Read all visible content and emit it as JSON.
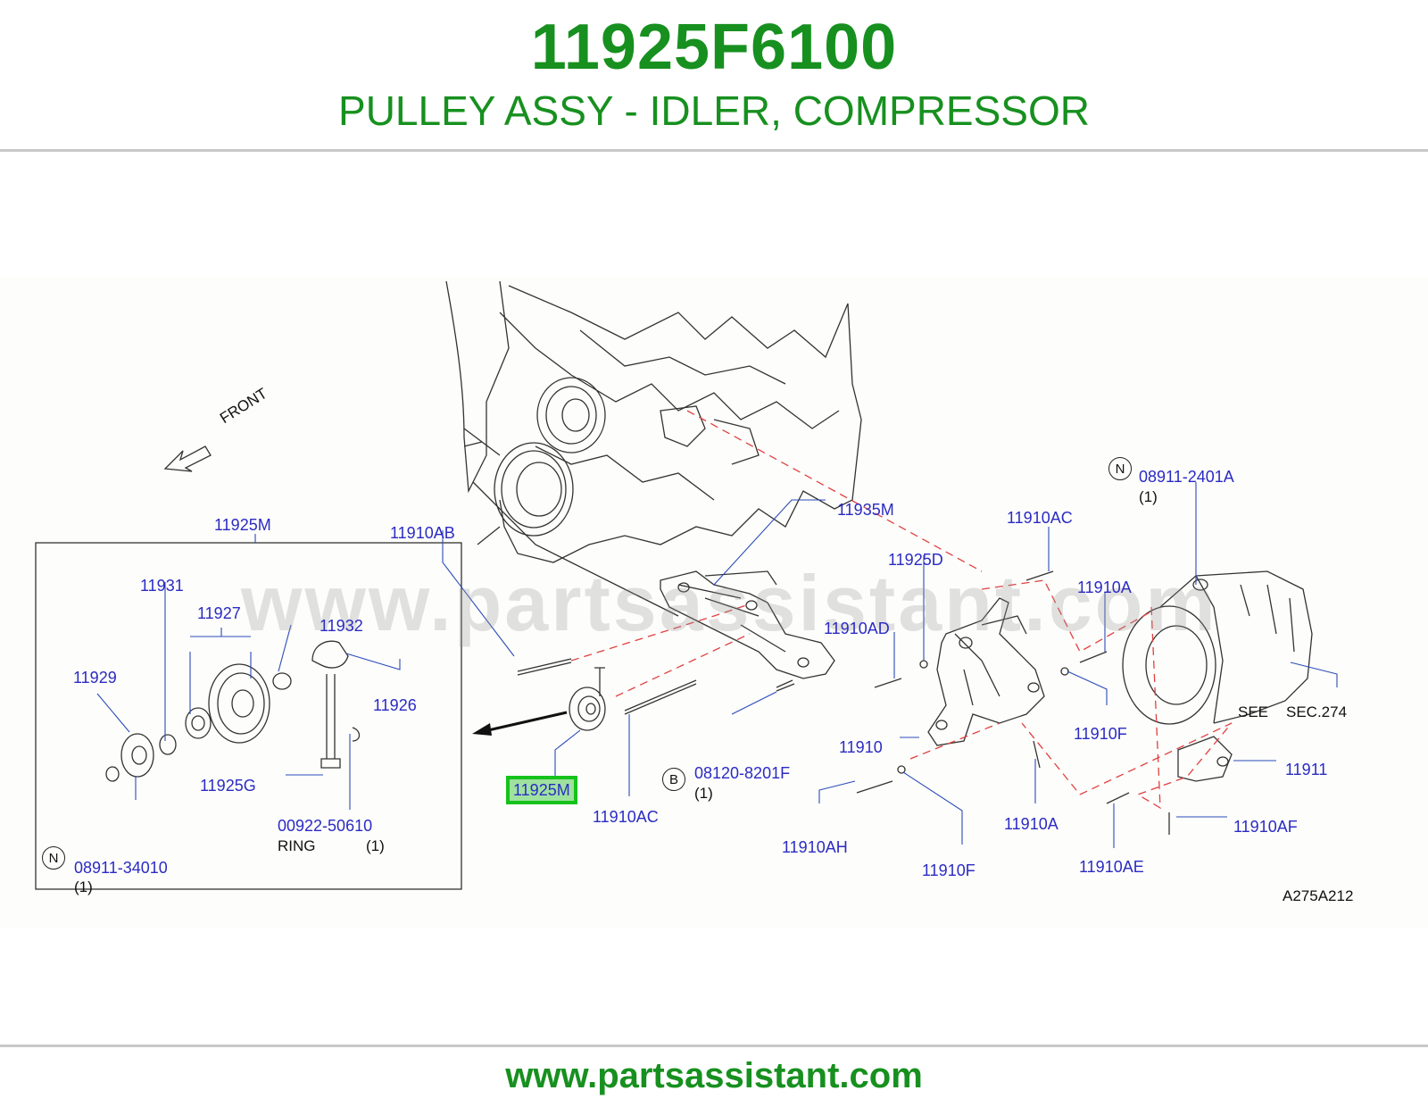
{
  "header": {
    "part_number": "11925F6100",
    "description": "PULLEY ASSY - IDLER, COMPRESSOR"
  },
  "diagram": {
    "watermark": "www.partsassistant.com",
    "front_label": "FRONT",
    "callouts": {
      "c11925M_box": "11925M",
      "c11931": "11931",
      "c11927": "11927",
      "c11932": "11932",
      "c11929": "11929",
      "c11926": "11926",
      "c11925G": "11925G",
      "c00922": "00922-50610",
      "ring_text": "RING",
      "ring_qty": "(1)",
      "n_symbol_1": "N",
      "c08911_34010": "08911-34010",
      "qty_34010": "(1)",
      "c11910AB": "11910AB",
      "c11935M": "11935M",
      "c11925M_hl": "11925M",
      "c11910AC_low": "11910AC",
      "b_symbol": "B",
      "c08120": "08120-8201F",
      "qty_08120": "(1)",
      "c11910AC_up": "11910AC",
      "c11925D": "11925D",
      "c11910AD": "11910AD",
      "c11910A_up": "11910A",
      "n_symbol_2": "N",
      "c08911_2401A": "08911-2401A",
      "qty_2401A": "(1)",
      "see": "SEE",
      "sec": "SEC.274",
      "c11910F_up": "11910F",
      "c11910": "11910",
      "c11911": "11911",
      "c11910AH": "11910AH",
      "c11910F_low": "11910F",
      "c11910A_low": "11910A",
      "c11910AE": "11910AE",
      "c11910AF": "11910AF",
      "diagram_code": "A275A212"
    }
  },
  "footer": {
    "url": "www.partsassistant.com"
  },
  "colors": {
    "title_green": "#17901f",
    "callout_blue": "#2b2bc4",
    "highlight_border": "#16c21b",
    "dashed_red": "#e04040"
  }
}
